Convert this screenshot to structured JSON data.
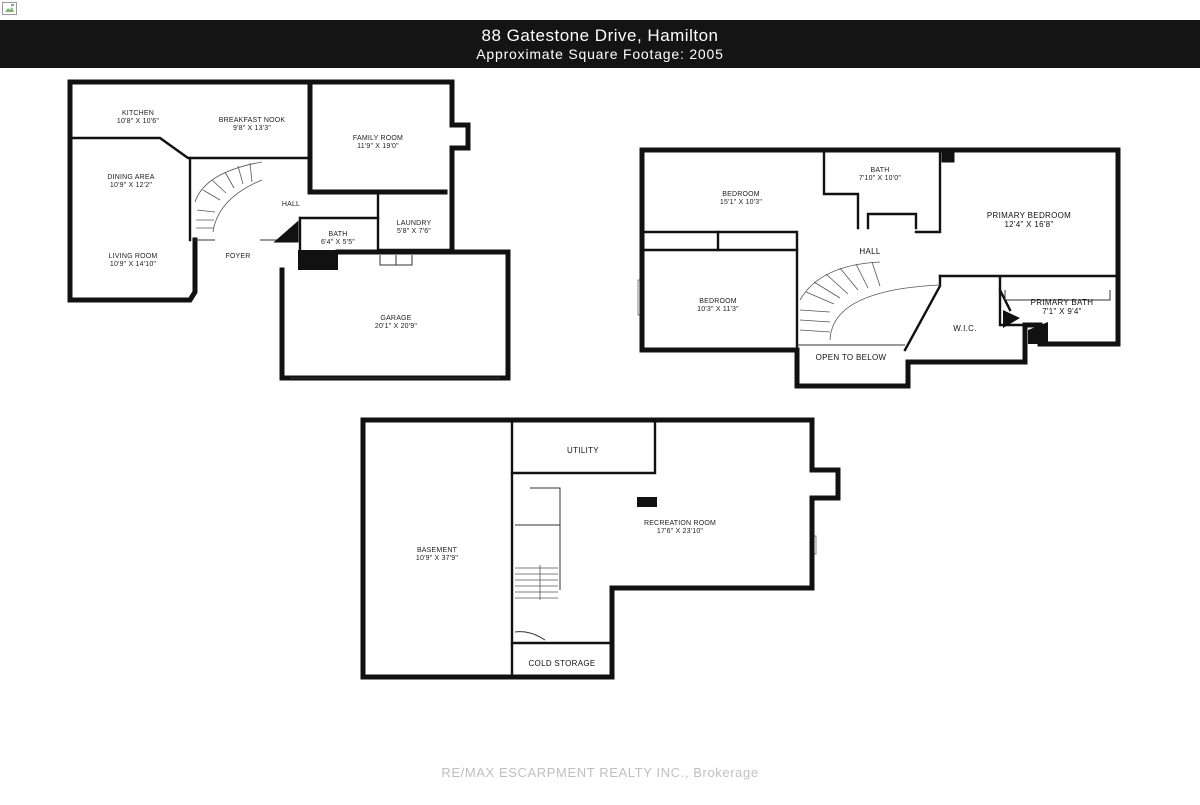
{
  "header": {
    "title": "88 Gatestone Drive, Hamilton",
    "subtitle": "Approximate Square Footage: 2005"
  },
  "main_floor": {
    "rooms": [
      {
        "name": "KITCHEN",
        "dims": "10'8\" X 10'6\""
      },
      {
        "name": "BREAKFAST NOOK",
        "dims": "9'8\" X 13'3\""
      },
      {
        "name": "FAMILY ROOM",
        "dims": "11'9\" X 19'0\""
      },
      {
        "name": "DINING AREA",
        "dims": "10'9\" X 12'2\""
      },
      {
        "name": "HALL",
        "dims": ""
      },
      {
        "name": "LAUNDRY",
        "dims": "5'8\" X 7'6\""
      },
      {
        "name": "BATH",
        "dims": "6'4\" X 5'5\""
      },
      {
        "name": "LIVING ROOM",
        "dims": "10'9\" X 14'10\""
      },
      {
        "name": "FOYER",
        "dims": ""
      },
      {
        "name": "GARAGE",
        "dims": "20'1\" X 20'9\""
      }
    ]
  },
  "upper_floor": {
    "rooms": [
      {
        "name": "BEDROOM",
        "dims": "15'1\" X 10'3\""
      },
      {
        "name": "BATH",
        "dims": "7'10\" X 10'0\""
      },
      {
        "name": "PRIMARY BEDROOM",
        "dims": "12'4\" X 16'8\""
      },
      {
        "name": "HALL",
        "dims": ""
      },
      {
        "name": "BEDROOM",
        "dims": "10'3\" X 11'3\""
      },
      {
        "name": "W.I.C.",
        "dims": ""
      },
      {
        "name": "PRIMARY BATH",
        "dims": "7'1\" X 9'4\""
      },
      {
        "name": "OPEN TO BELOW",
        "dims": ""
      }
    ]
  },
  "basement": {
    "rooms": [
      {
        "name": "UTILITY",
        "dims": ""
      },
      {
        "name": "RECREATION ROOM",
        "dims": "17'6\" X 23'10\""
      },
      {
        "name": "BASEMENT",
        "dims": "10'9\" X 37'9\""
      },
      {
        "name": "COLD STORAGE",
        "dims": ""
      }
    ]
  },
  "watermark": "RE/MAX ESCARPMENT REALTY INC., Brokerage"
}
